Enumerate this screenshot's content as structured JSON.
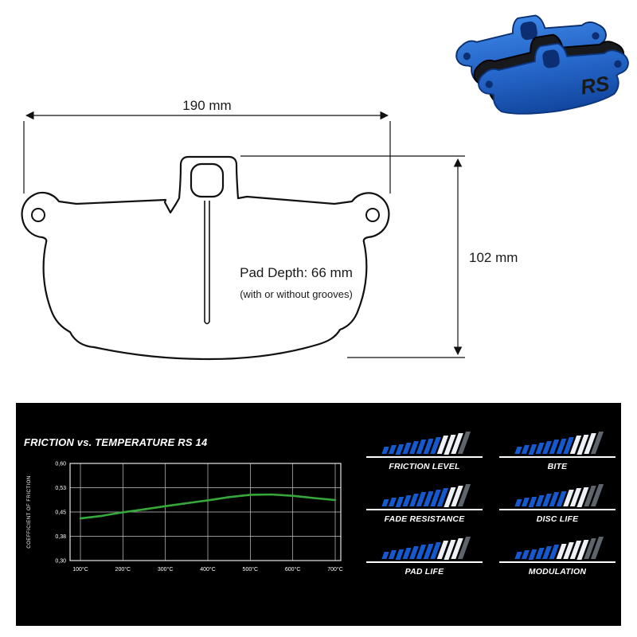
{
  "drawing": {
    "width_label": "190 mm",
    "height_label": "102 mm",
    "pad_depth_label": "Pad Depth: 66 mm",
    "grooves_note": "(with or without grooves)"
  },
  "product_render": {
    "logo": "RS"
  },
  "panel": {
    "title": "FRICTION vs. TEMPERATURE RS 14",
    "ratings": [
      {
        "label": "FRICTION LEVEL",
        "blue": 8,
        "white": 3,
        "gray": 1
      },
      {
        "label": "BITE",
        "blue": 8,
        "white": 3,
        "gray": 1
      },
      {
        "label": "FADE RESISTANCE",
        "blue": 9,
        "white": 2,
        "gray": 1
      },
      {
        "label": "DISC LIFE",
        "blue": 7,
        "white": 3,
        "gray": 2
      },
      {
        "label": "PAD LIFE",
        "blue": 8,
        "white": 3,
        "gray": 1
      },
      {
        "label": "MODULATION",
        "blue": 6,
        "white": 4,
        "gray": 2
      }
    ]
  },
  "chart_data": {
    "type": "line",
    "title": "FRICTION vs. TEMPERATURE RS 14",
    "ylabel": "COEFFICIENT OF FRICTION",
    "x_ticks": [
      "100°C",
      "200°C",
      "300°C",
      "400°C",
      "500°C",
      "600°C",
      "700°C"
    ],
    "x_tick_values": [
      100,
      200,
      300,
      400,
      500,
      600,
      700
    ],
    "y_ticks": [
      "0,60",
      "0,53",
      "0,45",
      "0,38",
      "0,30"
    ],
    "ylim": [
      0.3,
      0.6
    ],
    "grid": true,
    "legend": false,
    "series": [
      {
        "name": "RS 14",
        "color": "#35a839",
        "points": [
          [
            100,
            0.43
          ],
          [
            150,
            0.438
          ],
          [
            200,
            0.449
          ],
          [
            250,
            0.458
          ],
          [
            300,
            0.468
          ],
          [
            350,
            0.477
          ],
          [
            400,
            0.486
          ],
          [
            450,
            0.496
          ],
          [
            500,
            0.503
          ],
          [
            550,
            0.504
          ],
          [
            600,
            0.5
          ],
          [
            650,
            0.493
          ],
          [
            700,
            0.487
          ]
        ]
      }
    ]
  },
  "colors": {
    "bar_blue": "#1559cf",
    "bar_white": "#edf1f5",
    "bar_gray": "#5d646b",
    "line_green": "#35a839",
    "panel_bg": "#000000"
  }
}
